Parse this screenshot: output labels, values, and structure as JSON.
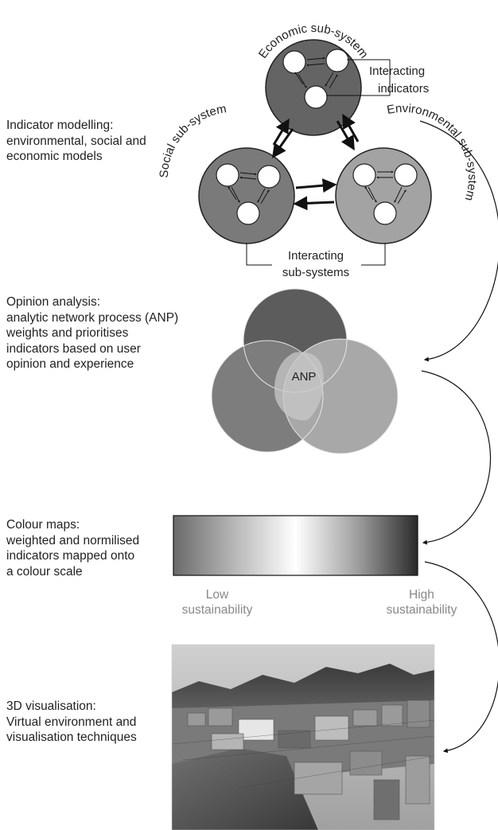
{
  "step1": {
    "lines": [
      "Indicator modelling:",
      "environmental, social and",
      "economic models"
    ]
  },
  "step2": {
    "lines": [
      "Opinion analysis:",
      "analytic network process (ANP)",
      "weights and prioritises",
      "indicators based on user",
      "opinion and experience"
    ]
  },
  "step3": {
    "lines": [
      "Colour maps:",
      "weighted and normilised",
      "indicators mapped onto",
      "a colour scale"
    ]
  },
  "step4": {
    "lines": [
      "3D visualisation:",
      "Virtual environment and",
      "visualisation techniques"
    ]
  },
  "subsystems": {
    "economic": "Economic sub-system",
    "social": "Social sub-system",
    "environmental": "Environmental sub-system"
  },
  "labels": {
    "interacting_indicators_1": "Interacting",
    "interacting_indicators_2": "indicators",
    "interacting_subsystems_1": "Interacting",
    "interacting_subsystems_2": "sub-systems",
    "anp": "ANP"
  },
  "scale": {
    "low_1": "Low",
    "low_2": "sustainability",
    "high_1": "High",
    "high_2": "sustainability"
  },
  "colors": {
    "economic": "#646464",
    "social": "#7a7a7a",
    "environmental": "#a3a3a3",
    "label_grey": "#888888"
  }
}
